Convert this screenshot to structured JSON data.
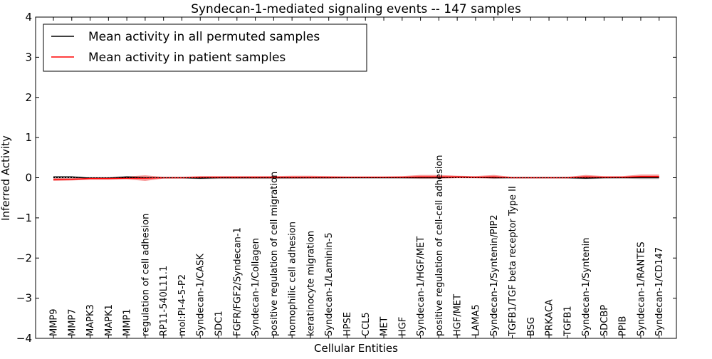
{
  "chart_data": {
    "type": "line",
    "title": "Syndecan-1-mediated signaling events -- 147 samples",
    "xlabel": "Cellular Entities",
    "ylabel": "Inferred Activity",
    "ylim": [
      -4,
      4
    ],
    "yticks": [
      -4,
      -3,
      -2,
      -1,
      0,
      1,
      2,
      3,
      4
    ],
    "ytick_labels": [
      "−4",
      "−3",
      "−2",
      "−1",
      "0",
      "1",
      "2",
      "3",
      "4"
    ],
    "grid": false,
    "legend_position": "top-left",
    "categories": [
      "MMP9",
      "MMP7",
      "MAPK3",
      "MAPK1",
      "MMP1",
      "regulation of cell adhesion",
      "RP11-540L11.1",
      "mol:PI-4-5-P2",
      "Syndecan-1/CASK",
      "SDC1",
      "FGFR/FGF2/Syndecan-1",
      "Syndecan-1/Collagen",
      "positive regulation of cell migration",
      "homophilic cell adhesion",
      "keratinocyte migration",
      "Syndecan-1/Laminin-5",
      "HPSE",
      "CCL5",
      "MET",
      "HGF",
      "Syndecan-1/HGF/MET",
      "positive regulation of cell-cell adhesion",
      "HGF/MET",
      "LAMA5",
      "Syndecan-1/Syntenin/PIP2",
      "TGFB1/TGF beta receptor Type II",
      "BSG",
      "PRKACA",
      "TGFB1",
      "Syndecan-1/Syntenin",
      "SDCBP",
      "PPIB",
      "Syndecan-1/RANTES",
      "Syndecan-1/CD147"
    ],
    "series": [
      {
        "name": "Mean activity in all permuted samples",
        "color": "#000000",
        "values": [
          0.02,
          0.02,
          -0.01,
          -0.01,
          0.02,
          0.0,
          0.0,
          0.0,
          -0.01,
          0.0,
          0.0,
          0.0,
          0.0,
          0.0,
          0.0,
          0.0,
          0.0,
          0.0,
          0.0,
          0.0,
          0.0,
          0.0,
          0.02,
          0.01,
          0.0,
          0.0,
          0.0,
          0.0,
          0.0,
          -0.01,
          0.0,
          0.0,
          0.0,
          0.0
        ],
        "band_lower": [
          -0.03,
          -0.03,
          -0.04,
          -0.04,
          -0.03,
          -0.02,
          -0.01,
          -0.01,
          -0.04,
          -0.03,
          -0.03,
          -0.03,
          -0.03,
          -0.03,
          -0.02,
          -0.02,
          -0.01,
          -0.01,
          -0.01,
          -0.02,
          -0.03,
          -0.03,
          -0.01,
          -0.02,
          -0.03,
          -0.01,
          -0.01,
          -0.01,
          -0.02,
          -0.04,
          -0.02,
          -0.01,
          -0.04,
          -0.04
        ],
        "band_upper": [
          0.04,
          0.04,
          0.02,
          0.02,
          0.04,
          0.02,
          0.01,
          0.01,
          0.02,
          0.02,
          0.02,
          0.02,
          0.02,
          0.02,
          0.02,
          0.02,
          0.01,
          0.01,
          0.01,
          0.02,
          0.03,
          0.03,
          0.04,
          0.03,
          0.03,
          0.01,
          0.01,
          0.01,
          0.02,
          0.03,
          0.02,
          0.01,
          0.03,
          0.03
        ]
      },
      {
        "name": "Mean activity in patient samples",
        "color": "#ff0000",
        "values": [
          -0.05,
          -0.04,
          -0.02,
          -0.02,
          -0.01,
          -0.01,
          0.0,
          0.0,
          0.01,
          0.01,
          0.01,
          0.01,
          0.01,
          0.01,
          0.01,
          0.01,
          0.01,
          0.01,
          0.01,
          0.01,
          0.02,
          0.02,
          0.02,
          0.01,
          0.02,
          0.0,
          0.0,
          0.0,
          0.0,
          0.02,
          0.01,
          0.01,
          0.03,
          0.03
        ],
        "band_lower": [
          -0.08,
          -0.07,
          -0.05,
          -0.05,
          -0.04,
          -0.08,
          -0.02,
          -0.02,
          -0.02,
          -0.02,
          -0.02,
          -0.02,
          -0.02,
          -0.02,
          -0.02,
          -0.02,
          -0.01,
          -0.01,
          -0.01,
          -0.01,
          -0.02,
          -0.02,
          -0.01,
          -0.01,
          -0.02,
          -0.01,
          -0.01,
          -0.01,
          -0.01,
          -0.02,
          -0.01,
          -0.01,
          -0.01,
          -0.01
        ],
        "band_upper": [
          -0.01,
          -0.01,
          0.01,
          0.01,
          0.03,
          0.06,
          0.02,
          0.02,
          0.04,
          0.04,
          0.04,
          0.04,
          0.04,
          0.05,
          0.05,
          0.04,
          0.03,
          0.03,
          0.03,
          0.04,
          0.07,
          0.07,
          0.05,
          0.04,
          0.07,
          0.02,
          0.02,
          0.02,
          0.02,
          0.07,
          0.04,
          0.04,
          0.08,
          0.08
        ]
      }
    ]
  }
}
